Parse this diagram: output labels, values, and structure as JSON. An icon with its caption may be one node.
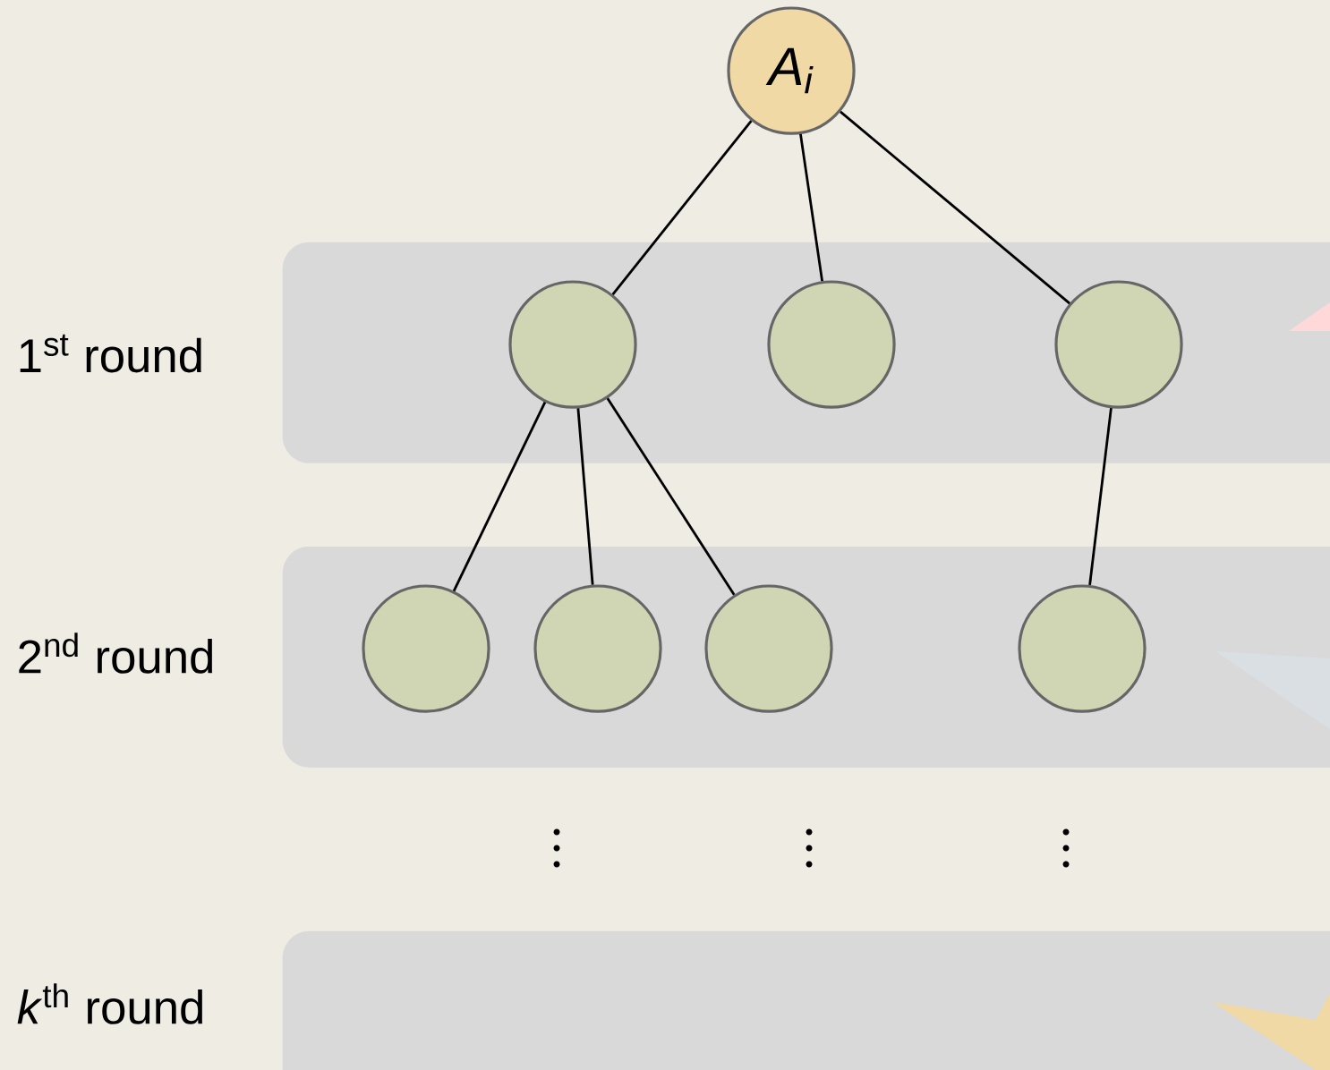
{
  "diagram": {
    "nodes": [
      {
        "text": [
          "A$_{i}$"
        ]
      },
      {
        "text": [
          "1$^{st}$ round"
        ]
      },
      {
        "text": [],
        "shape": "circle",
        "in": 1
      },
      {
        "text": [],
        "shape": "circle",
        "in": 1
      },
      {
        "text": [],
        "shape": "circle",
        "in": 1
      },
      {
        "text": [
          "2$^{nd}$ round"
        ]
      },
      {
        "text": [],
        "shape": "circle",
        "in": 5
      },
      {
        "text": [],
        "shape": "circle",
        "in": 5
      },
      {
        "text": [],
        "shape": "circle",
        "in": 5
      },
      {
        "text": [],
        "shape": "circle",
        "in": 5
      },
      {
        "text": [
          "*k*$^{th}$ round"
        ]
      }
    ],
    "edges": [
      {
        "from": 0,
        "to": 2,
        "arrow": "none"
      },
      {
        "from": 0,
        "to": 3,
        "arrow": "none"
      },
      {
        "from": 0,
        "to": 4,
        "arrow": "none"
      },
      {
        "from": 2,
        "to": 6,
        "arrow": "none"
      },
      {
        "from": 2,
        "to": 7,
        "arrow": "none"
      },
      {
        "from": 2,
        "to": 8,
        "arrow": "none"
      },
      {
        "from": 4,
        "to": 9,
        "arrow": "none"
      }
    ]
  }
}
